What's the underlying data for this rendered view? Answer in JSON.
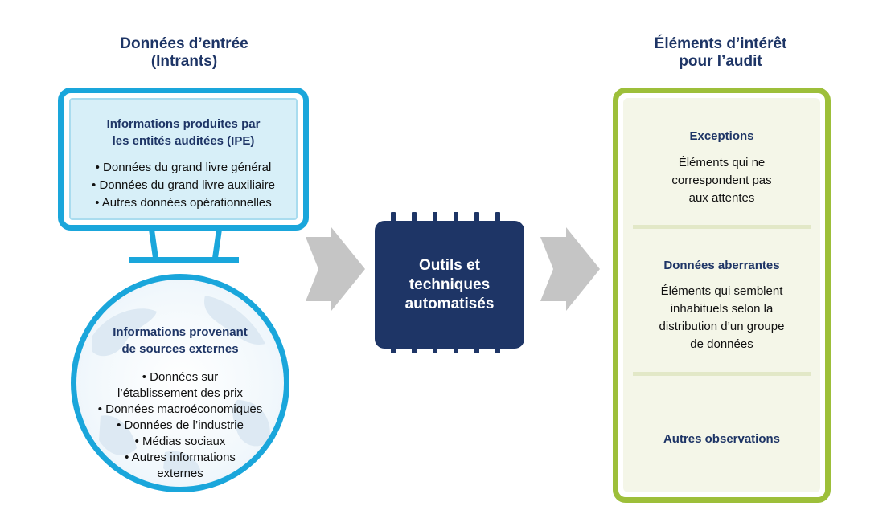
{
  "input_heading": {
    "line1": "Données d’entrée",
    "line2": "(Intrants)"
  },
  "ipe": {
    "title_line1": "Informations produites par",
    "title_line2": "les entités auditées (IPE)",
    "items": [
      "Données du grand livre général",
      "Données du grand livre auxiliaire",
      "Autres données opérationnelles"
    ]
  },
  "external": {
    "title_line1": "Informations provenant",
    "title_line2": "de sources externes",
    "lines": [
      "• Données sur",
      "l’établissement des prix",
      "• Données macroéconomiques",
      "• Données de l’industrie",
      "• Médias sociaux",
      "• Autres informations",
      "externes"
    ]
  },
  "tools": {
    "line1": "Outils et",
    "line2": "techniques",
    "line3": "automatisés"
  },
  "output_heading": {
    "line1": "Éléments d’intérêt",
    "line2": "pour l’audit"
  },
  "exceptions": {
    "title": "Exceptions",
    "line1": "Éléments qui ne",
    "line2": "correspondent pas",
    "line3": "aux attentes"
  },
  "outliers": {
    "title": "Données aberrantes",
    "line1": "Éléments qui semblent",
    "line2": "inhabituels selon la",
    "line3": "distribution d’un groupe",
    "line4": "de données"
  },
  "other": {
    "title": "Autres observations"
  },
  "colors": {
    "navy": "#1e3566",
    "cyan": "#1aa6db",
    "green": "#9dbf3a",
    "arrow_gray": "#c5c5c5"
  },
  "icons": [
    "monitor-icon",
    "globe-icon",
    "chip-icon",
    "arrow-right-icon"
  ]
}
